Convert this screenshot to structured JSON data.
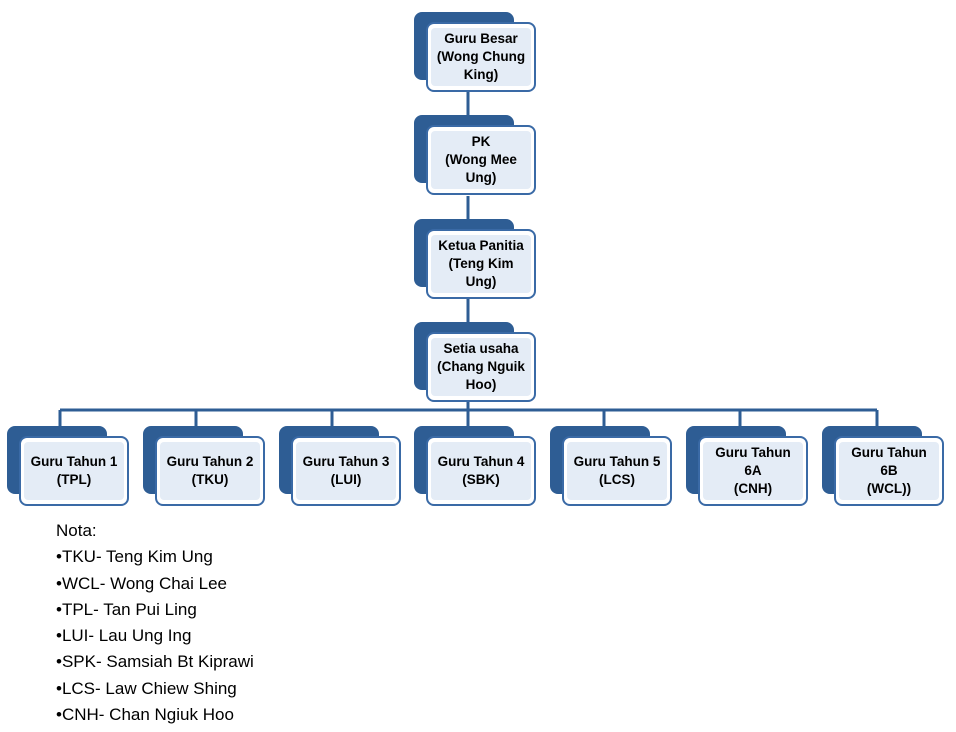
{
  "nodes": {
    "guru_besar": "Guru Besar\n(Wong Chung\nKing)",
    "pk": "PK\n(Wong Mee\nUng)",
    "ketua_panitia": "Ketua Panitia\n(Teng Kim\nUng)",
    "setia_usaha": "Setia usaha\n(Chang Nguik\nHoo)",
    "tahun1": "Guru Tahun 1\n(TPL)",
    "tahun2": "Guru Tahun 2\n(TKU)",
    "tahun3": "Guru Tahun 3\n(LUI)",
    "tahun4": "Guru Tahun 4\n(SBK)",
    "tahun5": "Guru Tahun 5\n(LCS)",
    "tahun6a": "Guru Tahun\n6A\n(CNH)",
    "tahun6b": "Guru Tahun\n6B\n(WCL))"
  },
  "notes": {
    "title": "Nota:",
    "items": [
      "•TKU- Teng Kim Ung",
      "•WCL- Wong Chai Lee",
      "•TPL- Tan Pui Ling",
      "•LUI- Lau Ung Ing",
      "•SPK- Samsiah Bt Kiprawi",
      "•LCS- Law Chiew Shing",
      "•CNH- Chan Ngiuk Hoo"
    ]
  },
  "colors": {
    "connector": "#2e5d94",
    "box_back": "#2e5d94",
    "box_border": "#3a6aa6",
    "box_fill": "#e4ecf6"
  }
}
